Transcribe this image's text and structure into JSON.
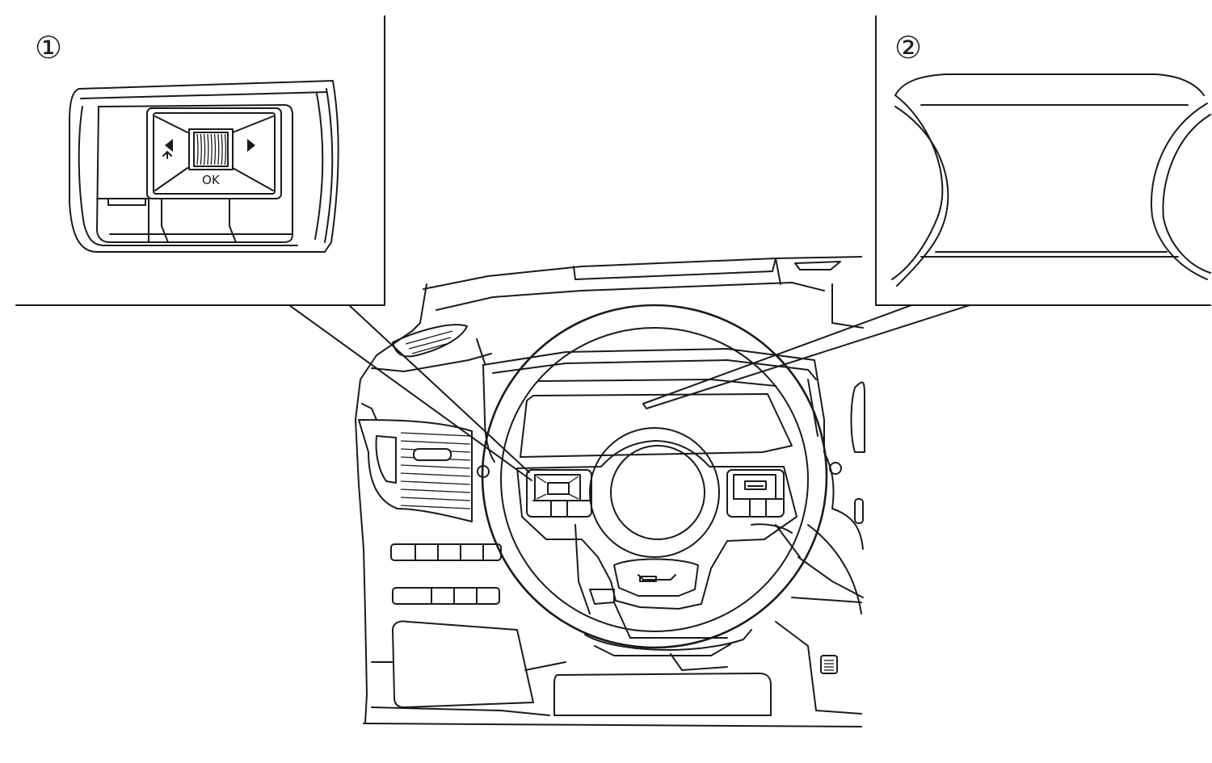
{
  "callouts": [
    {
      "id": "1",
      "marker": "①"
    },
    {
      "id": "2",
      "marker": "②"
    }
  ],
  "switch_panel": {
    "ok_label": "OK",
    "icons": [
      "back-icon",
      "left-arrow-icon",
      "right-arrow-icon",
      "scroll-wheel-icon"
    ]
  },
  "colors": {
    "line": "#1a1a1a",
    "background": "#ffffff"
  }
}
